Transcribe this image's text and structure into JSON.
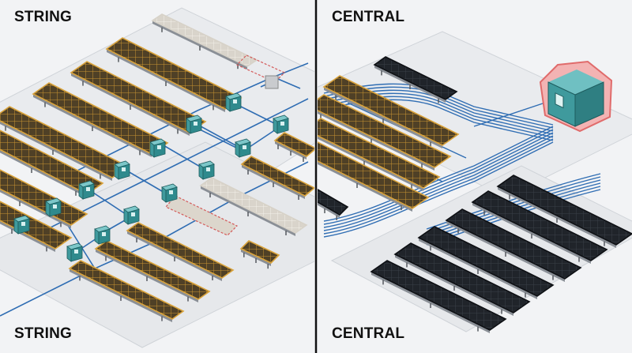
{
  "panels": {
    "left": {
      "title_top": "STRING",
      "title_bottom": "STRING"
    },
    "right": {
      "title_top": "CENTRAL",
      "title_bottom": "CENTRAL"
    }
  },
  "colors": {
    "background": "#f2f3f5",
    "ground": "#e9ebee",
    "ground_edge": "#cfd3d8",
    "divider": "#111111",
    "cable": "#2f6db3",
    "string_panel": "#5a4a2c",
    "string_frame": "#d9a33c",
    "central_panel": "#22262c",
    "central_frame": "#0e1014",
    "inverter": "#4aa5a8",
    "inverter_dark": "#2f7f82",
    "central_inverter_halo": "#e88a8a",
    "ghost_panel": "#cfcac1",
    "ghost_outline": "#d45a5a"
  },
  "icons": [
    "string-inverter-icon",
    "central-inverter-icon",
    "solar-panel-icon"
  ]
}
